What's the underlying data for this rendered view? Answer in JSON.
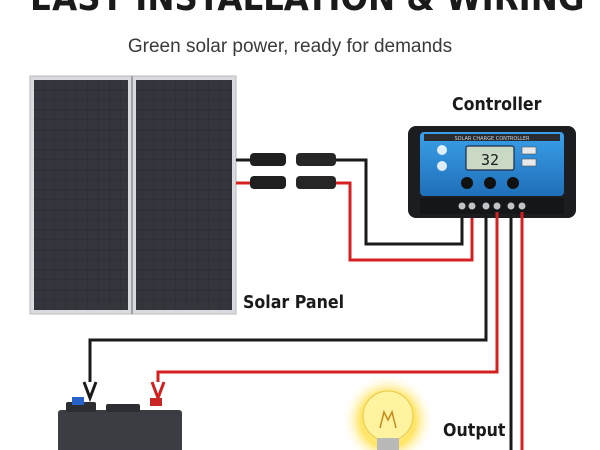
{
  "header": {
    "title": "EASY INSTALLATION & WIRING",
    "subtitle": "Green solar power, ready for demands"
  },
  "labels": {
    "controller": "Controller",
    "solar_panel": "Solar Panel",
    "output": "Output"
  },
  "controller_display": {
    "value": "32",
    "header_text": "SOLAR CHARGE CONTROLLER"
  },
  "colors": {
    "positive_wire": "#d42020",
    "negative_wire": "#1a1a1a",
    "controller_face": "#2f8fd8",
    "panel_cell": "#2b2e33",
    "bulb_glow": "#ffe566"
  }
}
